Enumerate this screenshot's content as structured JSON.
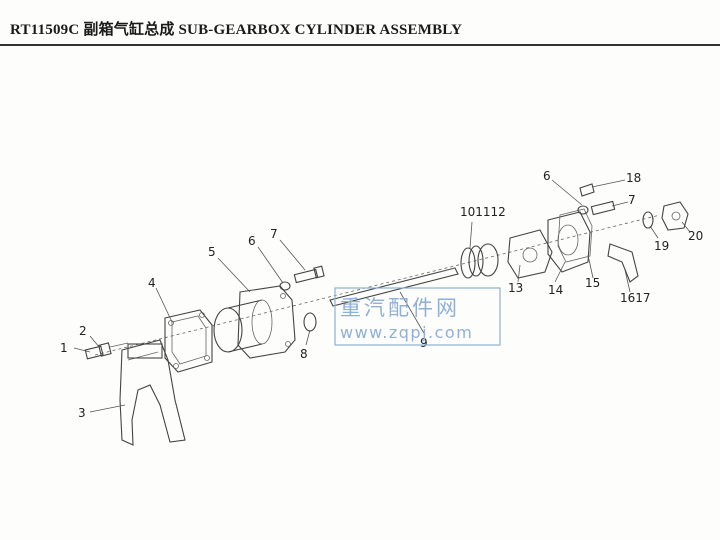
{
  "header": {
    "title": "RT11509C 副箱气缸总成 SUB-GEARBOX CYLINDER ASSEMBLY"
  },
  "callouts": {
    "c1": "1",
    "c2": "2",
    "c3": "3",
    "c4": "4",
    "c5": "5",
    "c6a": "6",
    "c7a": "7",
    "c8": "8",
    "c9": "9",
    "c101112": "101112",
    "c13": "13",
    "c14": "14",
    "c15": "15",
    "c1617": "1617",
    "c6b": "6",
    "c7b": "7",
    "c18": "18",
    "c19": "19",
    "c20": "20"
  },
  "watermark": {
    "cn": "重汽配件网",
    "url": "www.zqpj.com",
    "color": "#8fb0d8"
  }
}
